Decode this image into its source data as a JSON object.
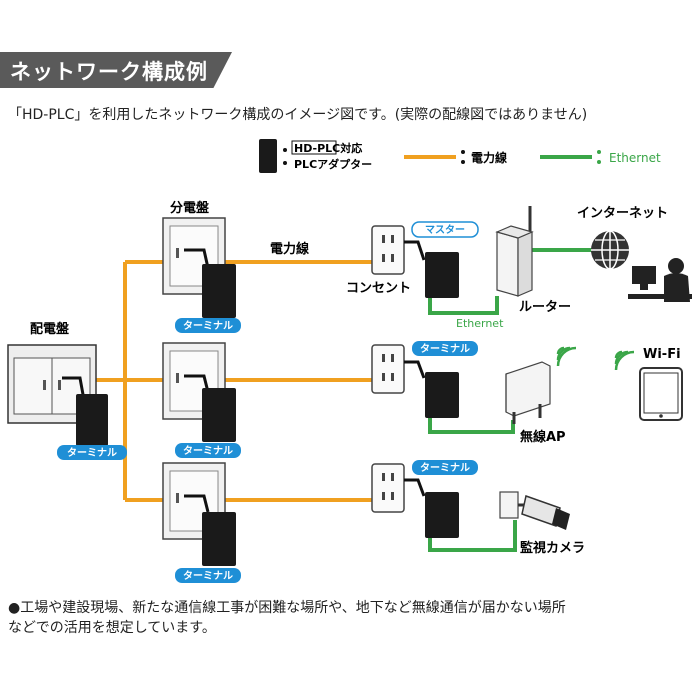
{
  "header": {
    "title": "ネットワーク構成例"
  },
  "subtitle": "「HD-PLC」を利用したネットワーク構成のイメージ図です。(実際の配線図ではありません)",
  "legend": {
    "adapter_line1": "HD-PLC対応",
    "adapter_line2": "PLCアダプター",
    "power_line": "電力線",
    "ethernet": "Ethernet"
  },
  "labels": {
    "main_panel": "配電盤",
    "sub_panel": "分電盤",
    "power_line": "電力線",
    "outlet": "コンセント",
    "router": "ルーター",
    "internet": "インターネット",
    "ethernet": "Ethernet",
    "wireless_ap": "無線AP",
    "wifi": "Wi-Fi",
    "camera": "監視カメラ"
  },
  "badges": {
    "master": "マスター",
    "terminal": "ターミナル"
  },
  "footnote": {
    "line1": "●工場や建設現場、新たな通信線工事が困難な場所や、地下など無線通信が届かない場所",
    "line2": "などでの活用を想定しています。"
  },
  "colors": {
    "power_line": "#f0a020",
    "ethernet": "#3aa648",
    "badge": "#1f8fd6",
    "device": "#1a1a1a"
  }
}
